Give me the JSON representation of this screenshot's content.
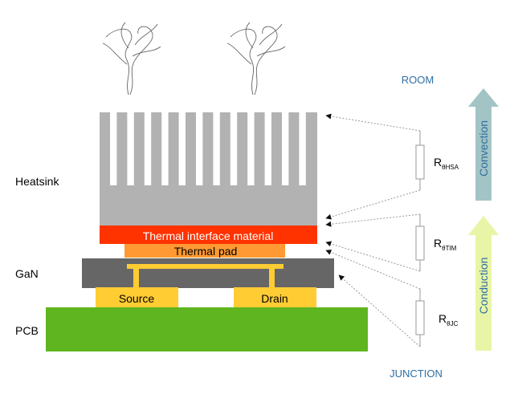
{
  "labels": {
    "room": "ROOM",
    "junction": "JUNCTION",
    "heatsink": "Heatsink",
    "gan": "GaN",
    "pcb": "PCB",
    "tim": "Thermal interface material",
    "thermal_pad": "Thermal pad",
    "source": "Source",
    "drain": "Drain"
  },
  "resistors": [
    {
      "base": "R",
      "sub": "θHSA"
    },
    {
      "base": "R",
      "sub": "θTIM"
    },
    {
      "base": "R",
      "sub": "θJC"
    }
  ],
  "arrows": {
    "convection": "Convection",
    "conduction": "Conduction"
  },
  "colors": {
    "heatsink": "#b2b2b2",
    "tim": "#ff3300",
    "thermal_pad": "#ff9933",
    "gan": "#666666",
    "leads": "#ffcc33",
    "pcb": "#5fb51f",
    "label_blue": "#2e6fa3",
    "convection_arrow": "#a3c4c4",
    "conduction_arrow": "#e8f5a6"
  }
}
